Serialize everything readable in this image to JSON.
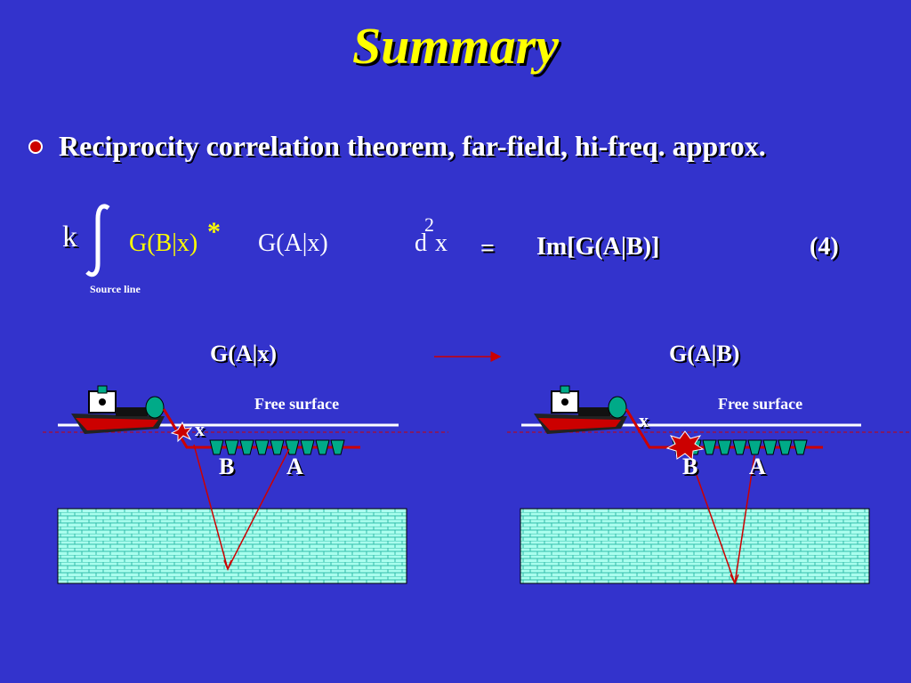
{
  "title": "Summary",
  "bullet": "Reciprocity correlation theorem, far-field, hi-freq. approx.",
  "equation": {
    "k": "k",
    "g_bx": "G(B|x)",
    "star": "*",
    "g_ax": "G(A|x)",
    "d": "d",
    "exp": "2",
    "x": "x",
    "equals": "=",
    "im": "Im[G(A|B)]",
    "number": "(4)",
    "integral_sub": "Source line"
  },
  "left_panel": {
    "title": "G(A|x)",
    "free_surface": "Free surface",
    "x_label": "x",
    "b_label": "B",
    "a_label": "A"
  },
  "right_panel": {
    "title": "G(A|B)",
    "free_surface": "Free surface",
    "x_label": "x",
    "b_label": "B",
    "a_label": "A"
  },
  "colors": {
    "background": "#3333cc",
    "title": "#ffff00",
    "ray": "#cc0000",
    "receiver": "#00aa88",
    "layer": "#99eedd"
  }
}
